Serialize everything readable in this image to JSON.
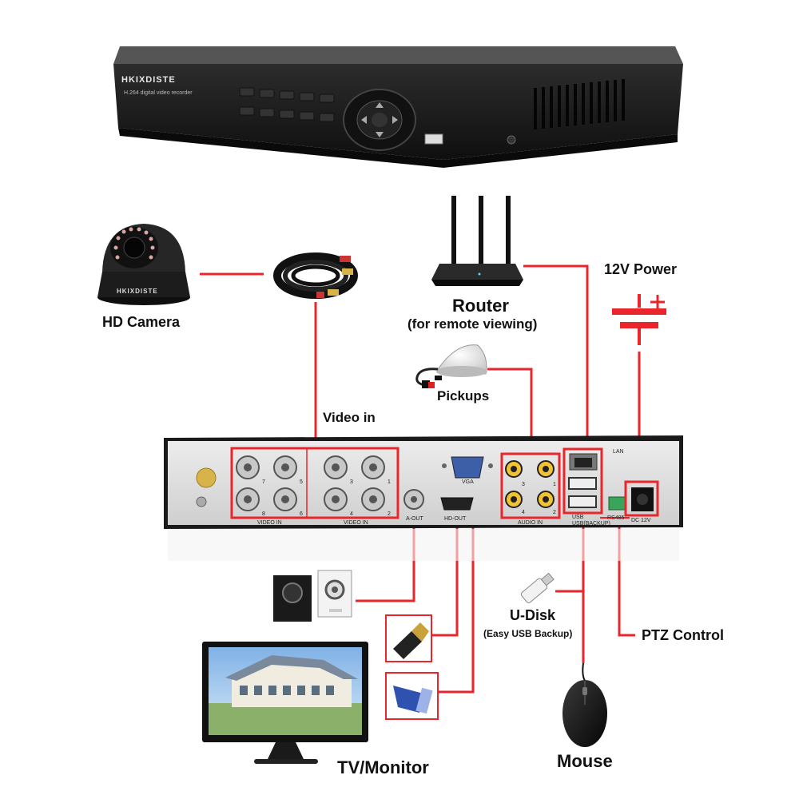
{
  "brand": {
    "dvr_logo": "HKIXDISTE",
    "dvr_subtitle": "H.264 digital video recorder",
    "camera_logo": "HKIXDISTE"
  },
  "labels": {
    "hd_camera": "HD Camera",
    "router": "Router",
    "router_note": "(for remote viewing)",
    "power": "12V Power",
    "pickups": "Pickups",
    "video_in": "Video in",
    "udisk": "U-Disk",
    "udisk_note": "(Easy USB Backup)",
    "ptz": "PTZ Control",
    "tv": "TV/Monitor",
    "mouse": "Mouse"
  },
  "panel": {
    "video_in_left": "VIDEO IN",
    "video_in_right": "VIDEO IN",
    "audio_in": "AUDIO IN",
    "a_out": "A-OUT",
    "hd_out": "HD-OUT",
    "vga": "VGA",
    "lan": "LAN",
    "rs485": "RS485",
    "dc12v": "DC 12V",
    "usb": "USB",
    "usb_backup": "USB(BACKUP)",
    "ch_left": [
      "7",
      "5",
      "8",
      "6"
    ],
    "ch_right": [
      "3",
      "1",
      "4",
      "2"
    ],
    "audio_ch": [
      "3",
      "1",
      "4",
      "2"
    ]
  },
  "colors": {
    "wire": "#e8262b",
    "device": "#1f1f1f",
    "panel": "#dcdcdc"
  }
}
